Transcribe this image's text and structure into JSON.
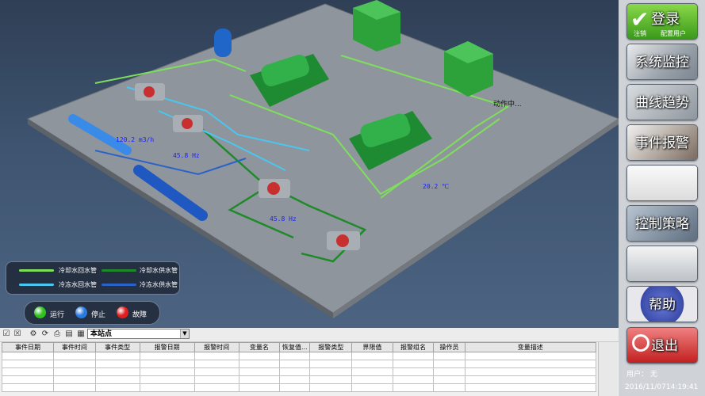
{
  "scene": {
    "flow_labels": [
      "120.2 m3/h",
      "45.8 Hz",
      "45.8 Hz",
      "20.2 ℃"
    ],
    "action_text": "动作中..."
  },
  "legend": {
    "items": [
      {
        "label": "冷却水回水管",
        "color": "#7ee05a"
      },
      {
        "label": "冷却水供水管",
        "color": "#1f8a2a"
      },
      {
        "label": "冷冻水回水管",
        "color": "#4ac6f2"
      },
      {
        "label": "冷冻水供水管",
        "color": "#2a62c8"
      }
    ]
  },
  "status": {
    "items": [
      {
        "label": "运行",
        "color": "#30c020"
      },
      {
        "label": "停止",
        "color": "#2a7be0"
      },
      {
        "label": "故障",
        "color": "#e02020"
      }
    ]
  },
  "events": {
    "station": "本站点",
    "columns": [
      "事件日期",
      "事件时间",
      "事件类型",
      "报警日期",
      "报警时间",
      "变量名",
      "恢复值...",
      "报警类型",
      "界限值",
      "报警组名",
      "操作员",
      "变量描述"
    ],
    "rows": 5
  },
  "sidebar": {
    "login": {
      "label": "登录",
      "logout": "注销",
      "config_user": "配置用户"
    },
    "buttons": [
      {
        "label": "系统监控",
        "icon": "monitor-icon"
      },
      {
        "label": "曲线趋势",
        "icon": "trend-icon"
      },
      {
        "label": "事件报警",
        "icon": "alarm-icon"
      },
      {
        "label": "",
        "icon": "blank-icon"
      },
      {
        "label": "控制策略",
        "icon": "strategy-icon"
      },
      {
        "label": "",
        "icon": "office-icon"
      },
      {
        "label": "帮助",
        "icon": "puzzle-icon"
      }
    ],
    "exit_label": "退出",
    "user_line": "用户： 无",
    "datetime": "2016/11/0714:19:41"
  }
}
